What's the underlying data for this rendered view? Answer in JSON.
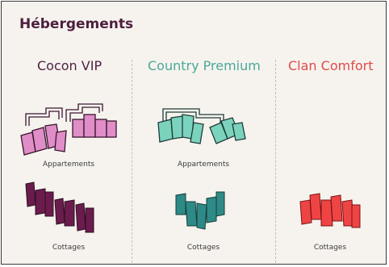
{
  "page": {
    "title": "Hébergements"
  },
  "columns": [
    {
      "title": "Cocon VIP",
      "color": "#4d1f3f",
      "icon_light": "#e08ec7",
      "icon_dark": "#6b1c4d",
      "labels": {
        "apartments": "Appartements",
        "cottages": "Cottages"
      }
    },
    {
      "title": "Country Premium",
      "color": "#4aa89a",
      "icon_light": "#7bd3bd",
      "icon_dark": "#2e8a86",
      "labels": {
        "apartments": "Appartements",
        "cottages": "Cottages"
      }
    },
    {
      "title": "Clan Comfort",
      "color": "#e04a4a",
      "icon_dark": "#ef4444",
      "labels": {
        "cottages": "Cottages"
      }
    }
  ],
  "icons": {
    "apartment": "apartment-building-icon",
    "cottage": "cottage-cluster-icon"
  }
}
